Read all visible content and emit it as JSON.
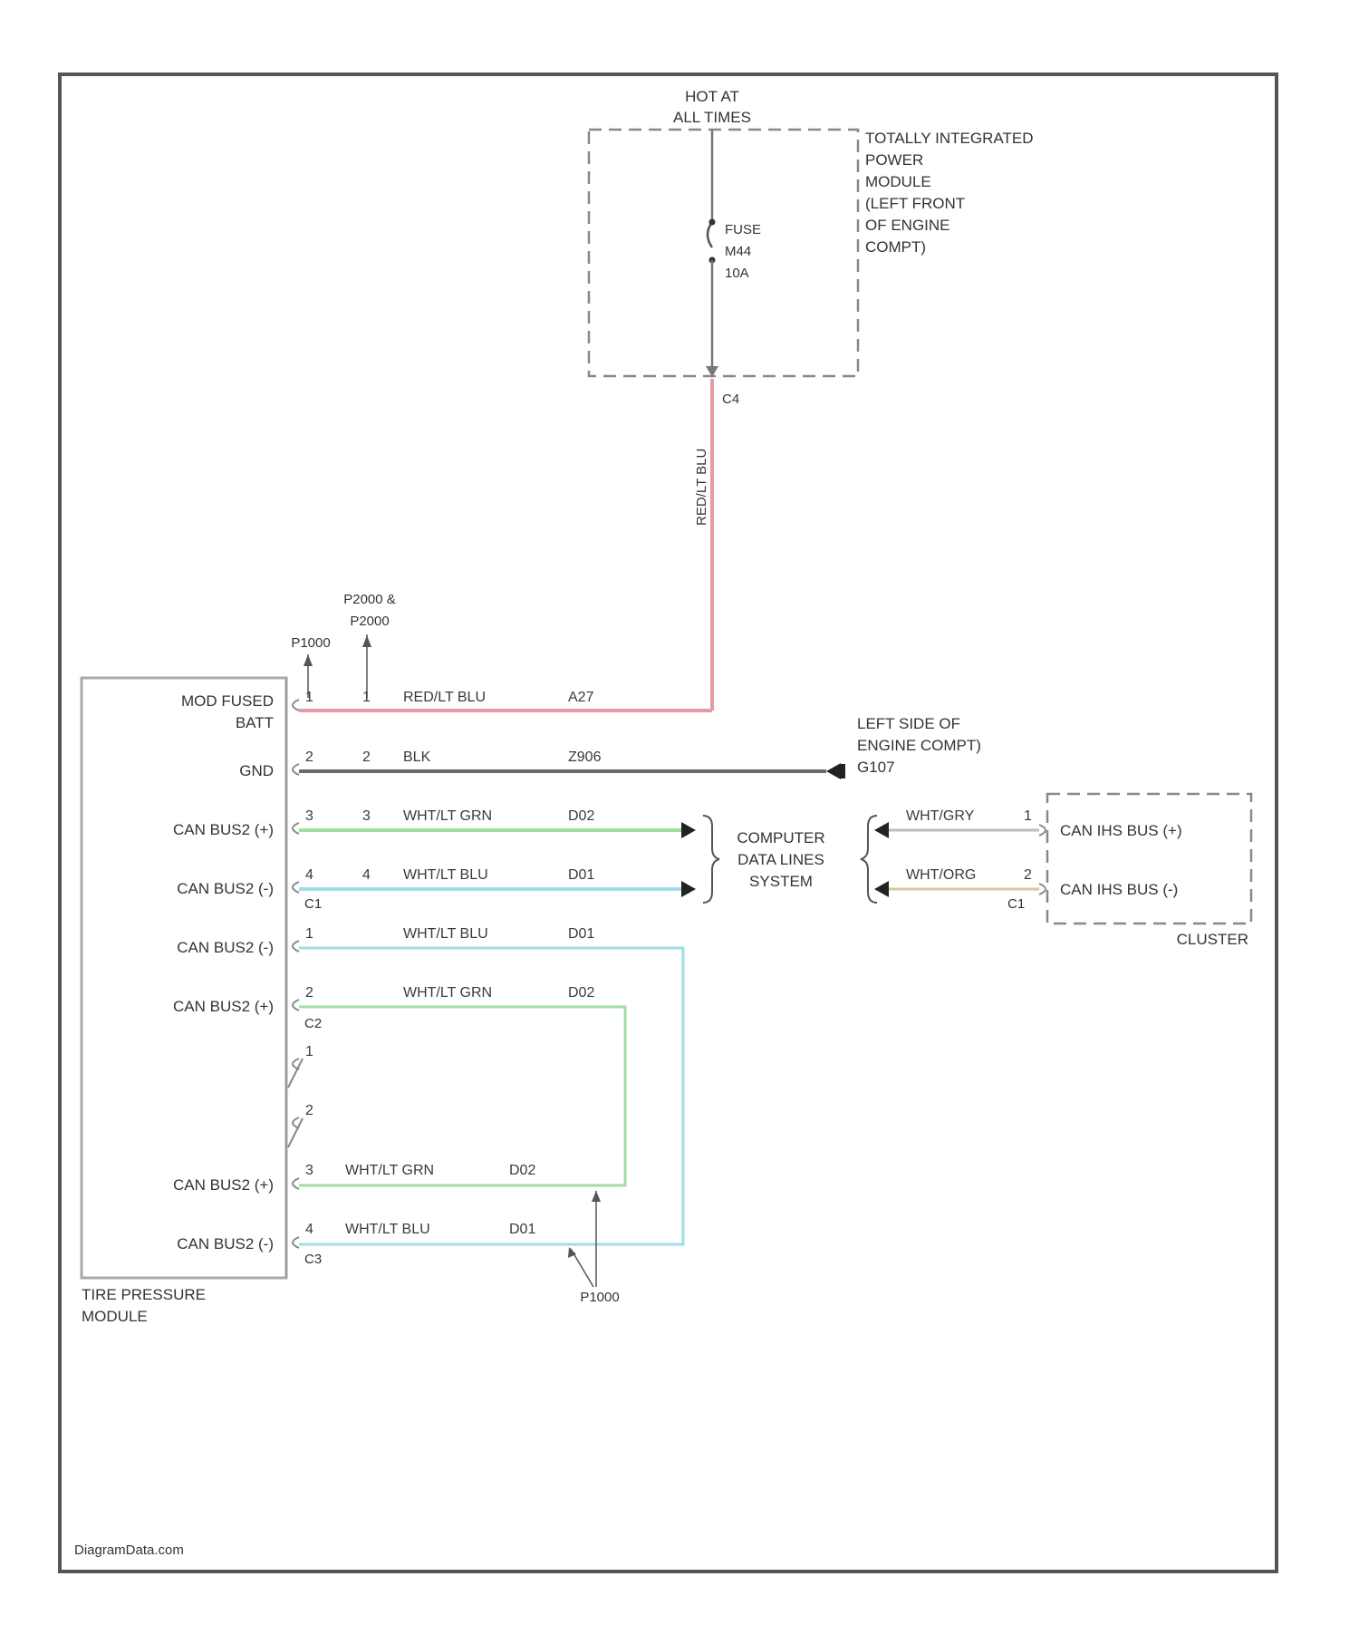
{
  "top": {
    "hot_line1": "HOT AT",
    "hot_line2": "ALL TIMES",
    "tipm_lines": [
      "TOTALLY INTEGRATED",
      "POWER",
      "MODULE",
      "(LEFT FRONT",
      "OF ENGINE",
      "COMPT)"
    ],
    "fuse_lines": [
      "FUSE",
      "M44",
      "10A"
    ],
    "tipm_pin": "C4",
    "riser_wire": "RED/LT BLU"
  },
  "splices": {
    "p1": "P1000",
    "p2_line1": "P2000 &",
    "p2_line2": "P2000",
    "bottom": "P1000"
  },
  "module": {
    "name_line1": "TIRE PRESSURE",
    "name_line2": "MODULE",
    "pin_labels": [
      "MOD FUSED",
      "BATT",
      "GND",
      "CAN BUS2 (+)",
      "CAN BUS2 (-)",
      "CAN BUS2 (-)",
      "CAN BUS2 (+)",
      "CAN BUS2 (+)",
      "CAN BUS2 (-)"
    ],
    "conn_c1": "C1",
    "conn_c2": "C2",
    "conn_c3": "C3"
  },
  "wires": [
    {
      "pin": "1",
      "pin2": "1",
      "color": "RED/LT BLU",
      "circuit": "A27"
    },
    {
      "pin": "2",
      "pin2": "2",
      "color": "BLK",
      "circuit": "Z906"
    },
    {
      "pin": "3",
      "pin2": "3",
      "color": "WHT/LT GRN",
      "circuit": "D02"
    },
    {
      "pin": "4",
      "pin2": "4",
      "color": "WHT/LT BLU",
      "circuit": "D01"
    },
    {
      "pin": "1",
      "pin2": "",
      "color": "WHT/LT BLU",
      "circuit": "D01"
    },
    {
      "pin": "2",
      "pin2": "",
      "color": "WHT/LT GRN",
      "circuit": "D02"
    },
    {
      "pin": "1",
      "pin2": "",
      "color": "",
      "circuit": ""
    },
    {
      "pin": "2",
      "pin2": "",
      "color": "",
      "circuit": ""
    },
    {
      "pin": "3",
      "pin2": "",
      "color": "WHT/LT GRN",
      "circuit": "D02"
    },
    {
      "pin": "4",
      "pin2": "",
      "color": "WHT/LT BLU",
      "circuit": "D01"
    }
  ],
  "ground": {
    "line1": "LEFT SIDE OF",
    "line2": "ENGINE COMPT)",
    "line3": "G107"
  },
  "cdl": [
    "COMPUTER",
    "DATA LINES",
    "SYSTEM"
  ],
  "cluster": {
    "name": "CLUSTER",
    "conn": "C1",
    "pins": [
      {
        "pin": "1",
        "wire": "WHT/GRY",
        "label": "CAN IHS BUS (+)"
      },
      {
        "pin": "2",
        "wire": "WHT/ORG",
        "label": "CAN IHS BUS (-)"
      }
    ]
  },
  "footer": "DiagramData.com",
  "colors": {
    "red_wire": "#e59aa8",
    "black_wire": "#6a6a6a",
    "green_wire": "#9fe0a0",
    "blue_wire": "#9fdde8",
    "tan_wire": "#d9c9a0",
    "frame": "#555555"
  }
}
